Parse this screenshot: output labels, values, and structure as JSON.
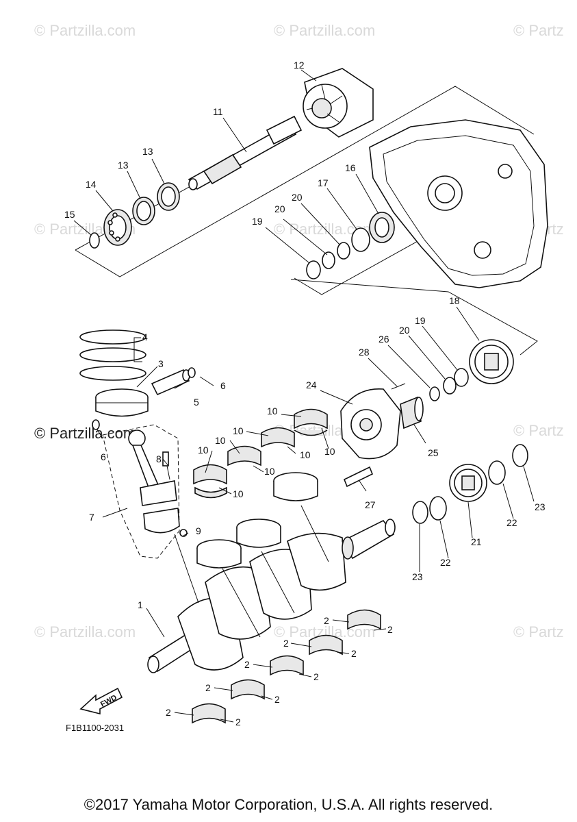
{
  "watermarks": [
    "© Partzilla.com",
    "© Partzilla.com",
    "© Partz",
    "© Partzilla.com",
    "© Partzilla.com",
    "© Partz",
    "© Partzilla.com",
    "© Partz",
    "© Partzilla.com",
    "© Partzilla.com",
    "© Partz"
  ],
  "watermark_main": "© Partzilla.com",
  "callouts": {
    "c1": "1",
    "c2": "2",
    "c3": "3",
    "c4": "4",
    "c5": "5",
    "c6": "6",
    "c7": "7",
    "c8": "8",
    "c9": "9",
    "c10": "10",
    "c11": "11",
    "c12": "12",
    "c13": "13",
    "c14": "14",
    "c15": "15",
    "c16": "16",
    "c17": "17",
    "c18": "18",
    "c19": "19",
    "c20": "20",
    "c21": "21",
    "c22": "22",
    "c23": "23",
    "c24": "24",
    "c25": "25",
    "c26": "26",
    "c27": "27",
    "c28": "28"
  },
  "fwd_label": "FWD",
  "diagram_code": "F1B1100-2031",
  "copyright": "©2017 Yamaha Motor Corporation, U.S.A. All rights reserved."
}
